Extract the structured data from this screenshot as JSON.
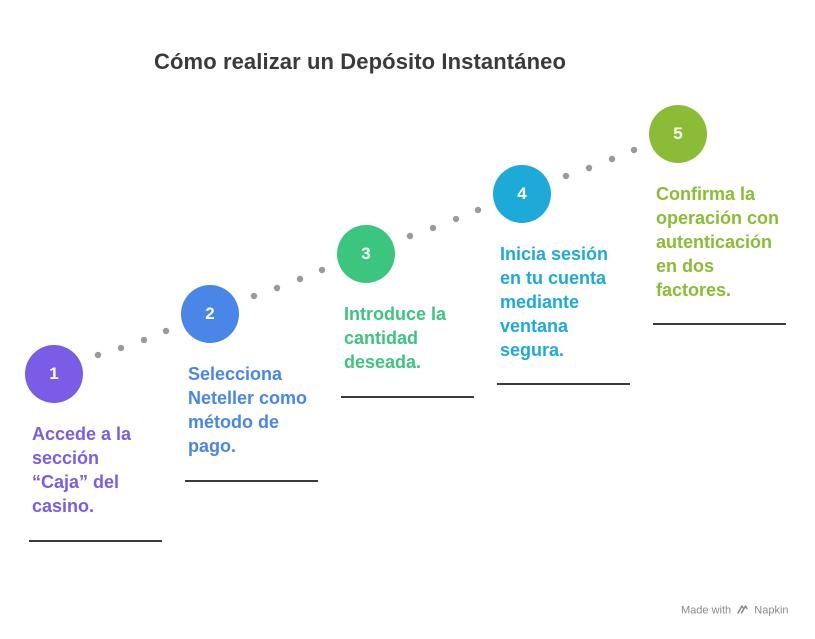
{
  "title": "Cómo realizar un Depósito Instantáneo",
  "steps": [
    {
      "number": "1",
      "text": "Accede a la sección “Caja” del casino.",
      "color": "#7b5ce6"
    },
    {
      "number": "2",
      "text": "Selecciona Neteller como método de pago.",
      "color": "#4a86e8"
    },
    {
      "number": "3",
      "text": "Introduce la cantidad deseada.",
      "color": "#3cc57f"
    },
    {
      "number": "4",
      "text": "Inicia sesión en tu cuenta mediante ventana segura.",
      "color": "#1eaad9"
    },
    {
      "number": "5",
      "text": "Confirma la operación con autenticación en dos factores.",
      "color": "#8bbc36"
    }
  ],
  "footer": {
    "made_with": "Made with",
    "brand": "Napkin",
    "logo_icon": "napkin-logo-icon"
  }
}
